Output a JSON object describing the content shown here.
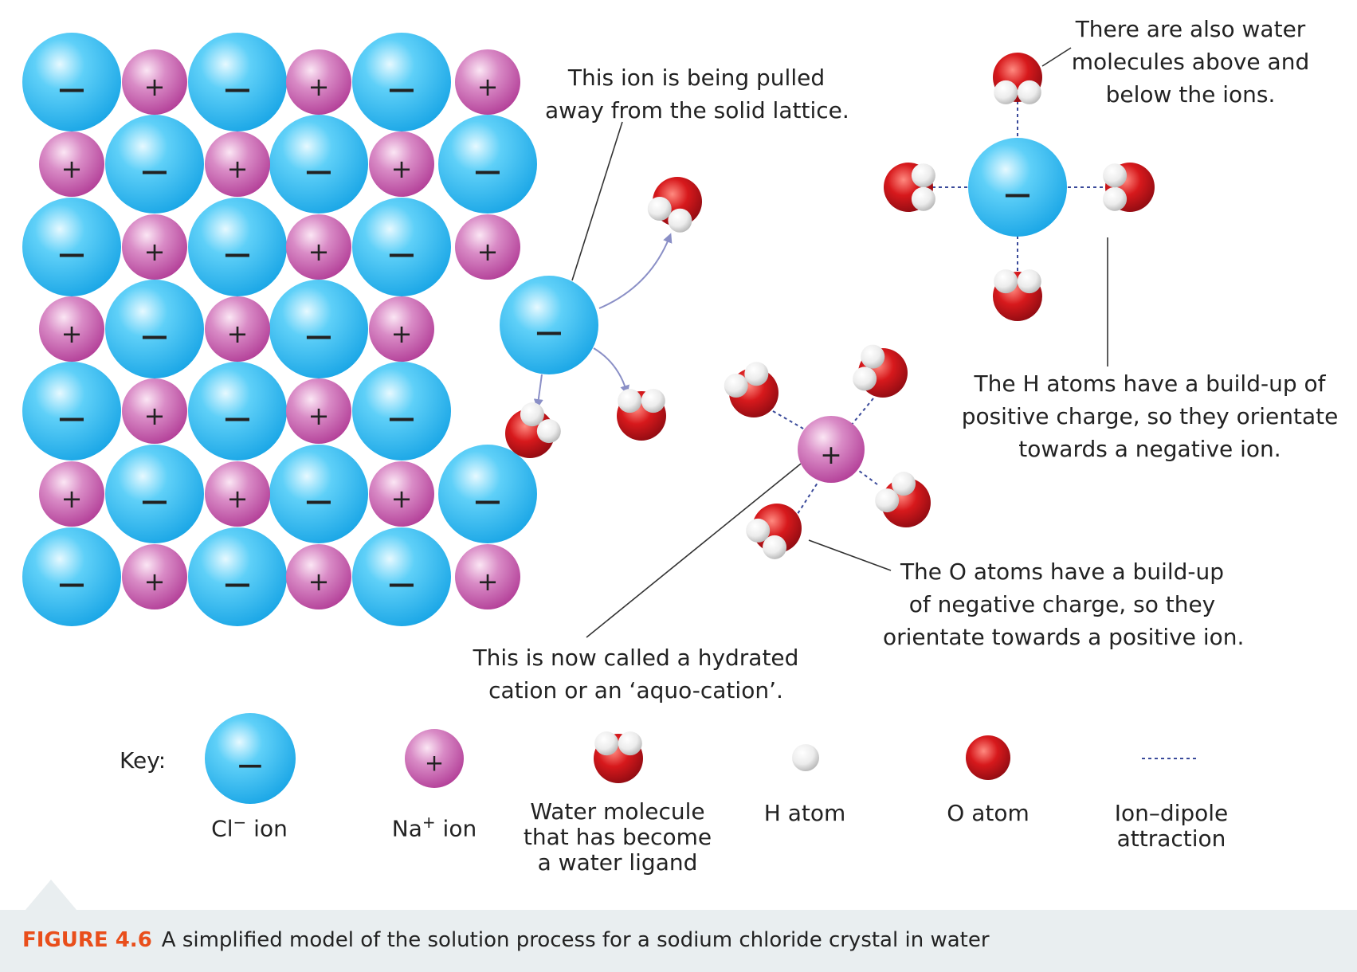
{
  "labels": {
    "pulled_ion": [
      "This ion is being pulled",
      "away from the solid lattice."
    ],
    "above_below": [
      "There are also water",
      "molecules above and",
      "below the ions."
    ],
    "h_atoms": [
      "The H atoms have a build-up of",
      "positive charge, so they orientate",
      "towards a negative ion."
    ],
    "o_atoms": [
      "The O atoms have a build-up",
      "of negative charge, so they",
      "orientate towards a positive ion."
    ],
    "hydrated": [
      "This is now called a hydrated",
      "cation or an ‘aquo-cation’."
    ]
  },
  "symbols": {
    "anion": "−",
    "cation": "+"
  },
  "key": {
    "title": "Key:",
    "cl_ion": {
      "main": "Cl",
      "sup": "−",
      "suffix": " ion"
    },
    "na_ion": {
      "main": "Na",
      "sup": "+",
      "suffix": " ion"
    },
    "water": [
      "Water molecule",
      "that has become",
      "a water ligand"
    ],
    "h_atom": "H atom",
    "o_atom": "O atom",
    "ion_dipole": [
      "Ion–dipole",
      "attraction"
    ]
  },
  "caption": {
    "label": "FIGURE 4.6",
    "text": "A simplified model of the solution process for a sodium chloride crystal in water"
  },
  "colors": {
    "chloride": "#29b6ee",
    "sodium": "#c455a8",
    "oxygen": "#c8102e",
    "hydrogen": "#f2f2f2",
    "arrow": "#8a8fc6",
    "dotted": "#3a4a9a",
    "caption_label": "#e94e1b",
    "caption_bar": "#e9eef0"
  }
}
